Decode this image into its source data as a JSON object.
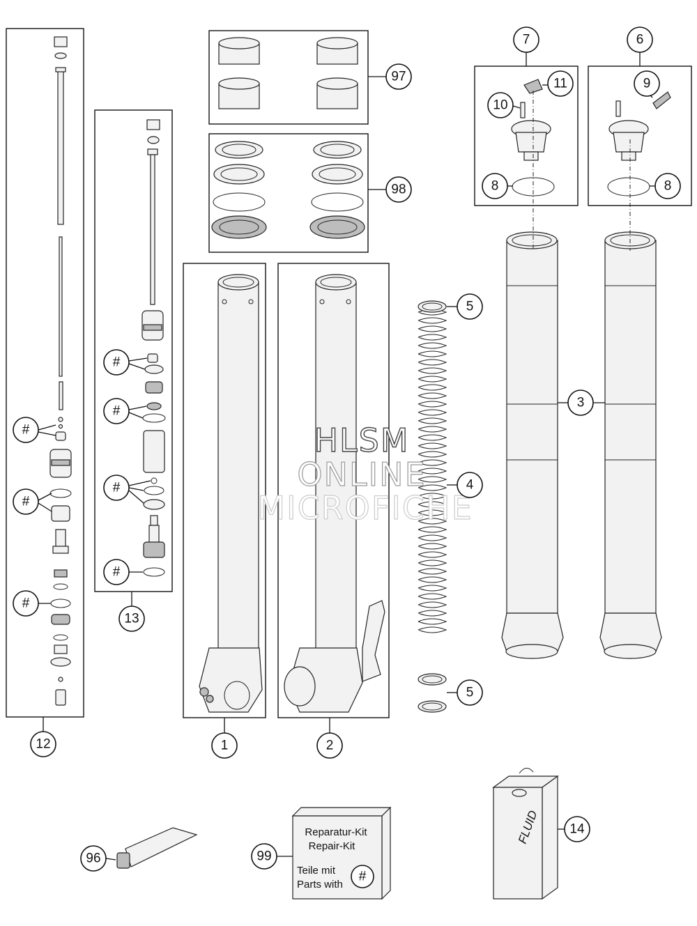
{
  "watermark": {
    "line1": "HLSM",
    "line2": "ONLINE",
    "line3": "MICROFICHE"
  },
  "callouts": {
    "c1": "1",
    "c2": "2",
    "c3": "3",
    "c4": "4",
    "c5a": "5",
    "c5b": "5",
    "c6": "6",
    "c7": "7",
    "c8a": "8",
    "c8b": "8",
    "c9": "9",
    "c10": "10",
    "c11": "11",
    "c12": "12",
    "c13": "13",
    "c14": "14",
    "c96": "96",
    "c97": "97",
    "c98": "98",
    "c99": "99"
  },
  "hash_marks": {
    "label": "#"
  },
  "repair_kit": {
    "line1": "Reparatur-Kit",
    "line2": "Repair-Kit",
    "line3": "Teile mit",
    "line4": "Parts with",
    "symbol": "#"
  },
  "fluid_can": {
    "label": "FLUID"
  }
}
